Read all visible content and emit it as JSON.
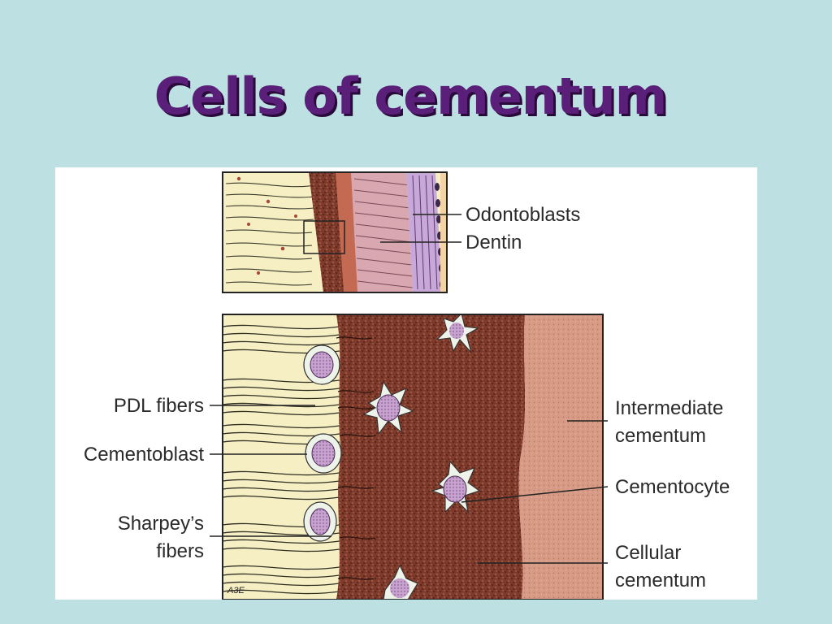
{
  "slide": {
    "title": "Cells of cementum"
  },
  "diagram": {
    "labels": {
      "odontoblasts": "Odontoblasts",
      "dentin": "Dentin",
      "pdl_fibers": "PDL fibers",
      "cementoblast": "Cementoblast",
      "sharpeys_line1": "Sharpey’s",
      "sharpeys_line2": "fibers",
      "intermediate_line1": "Intermediate",
      "intermediate_line2": "cementum",
      "cementocyte": "Cementocyte",
      "cellular_line1": "Cellular",
      "cellular_line2": "cementum"
    },
    "colors": {
      "background": "#bde0e3",
      "title": "#5a1f78",
      "pdl": "#f7efc4",
      "cellular_cementum": "#7e3b2c",
      "intermediate_cementum": "#d79a84",
      "dentin": "#d8a7b0",
      "odontoblast_layer": "#c7a8d8",
      "cell_nucleus": "#c8a2cf"
    }
  }
}
